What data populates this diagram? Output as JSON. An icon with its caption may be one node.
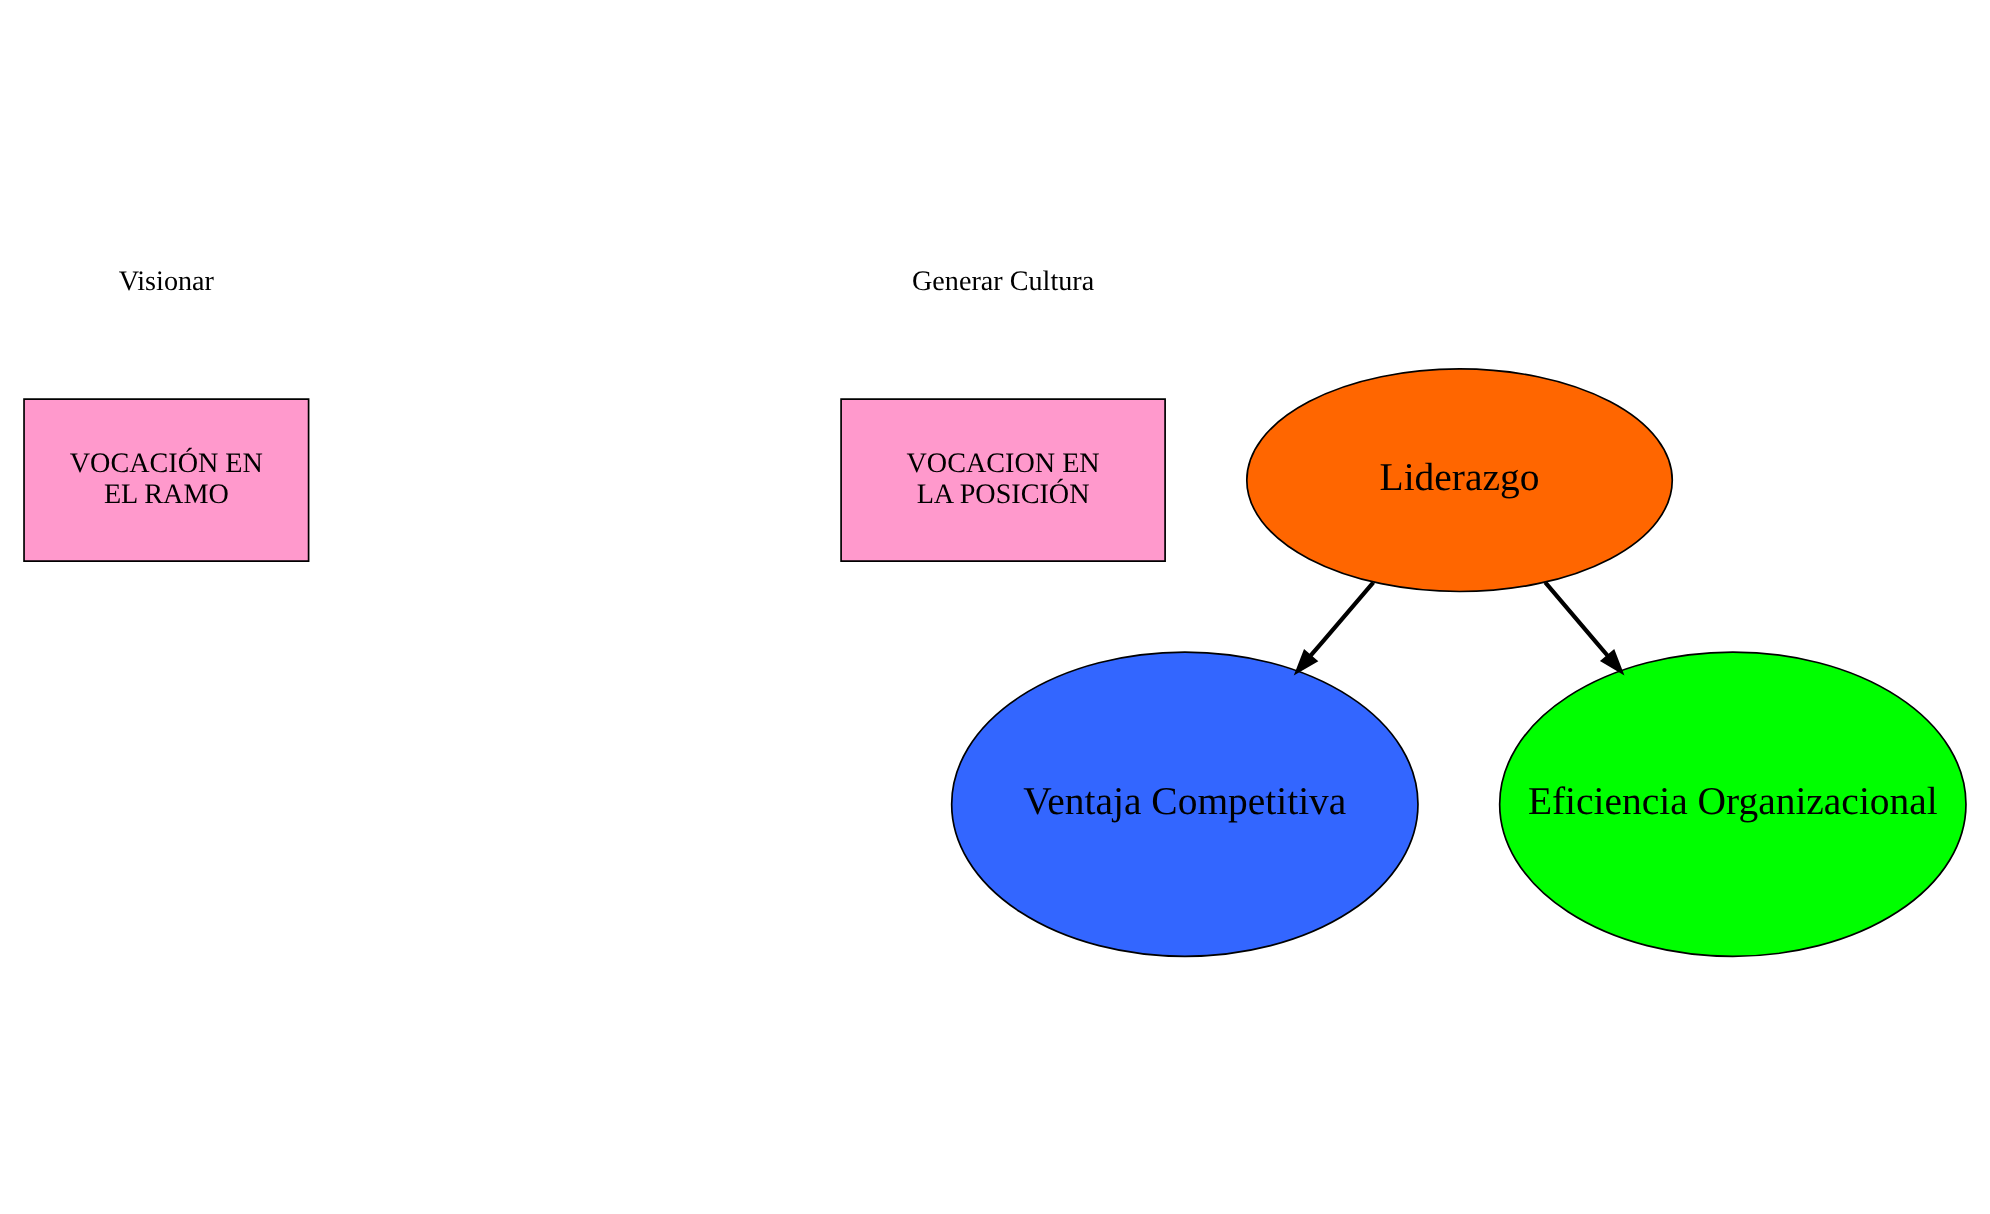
{
  "diagram": {
    "nodes": [
      {
        "text": [
          "VOCACIÓN EN EL RAMO"
        ]
      },
      {
        "text": [
          "Liderazgo"
        ]
      },
      {
        "text": [
          "VOCACION EN LA POSICIÓN"
        ]
      },
      {
        "text": [
          "Ventaja Competitiva"
        ]
      },
      {
        "text": [
          "Eficiencia Organizacional"
        ]
      }
    ],
    "edges": [
      {
        "from": 1,
        "to": 3,
        "arrow": "to"
      },
      {
        "from": 1,
        "to": 4,
        "arrow": "to"
      }
    ],
    "labels": [
      "Visionar",
      "Generar Cultura"
    ]
  }
}
